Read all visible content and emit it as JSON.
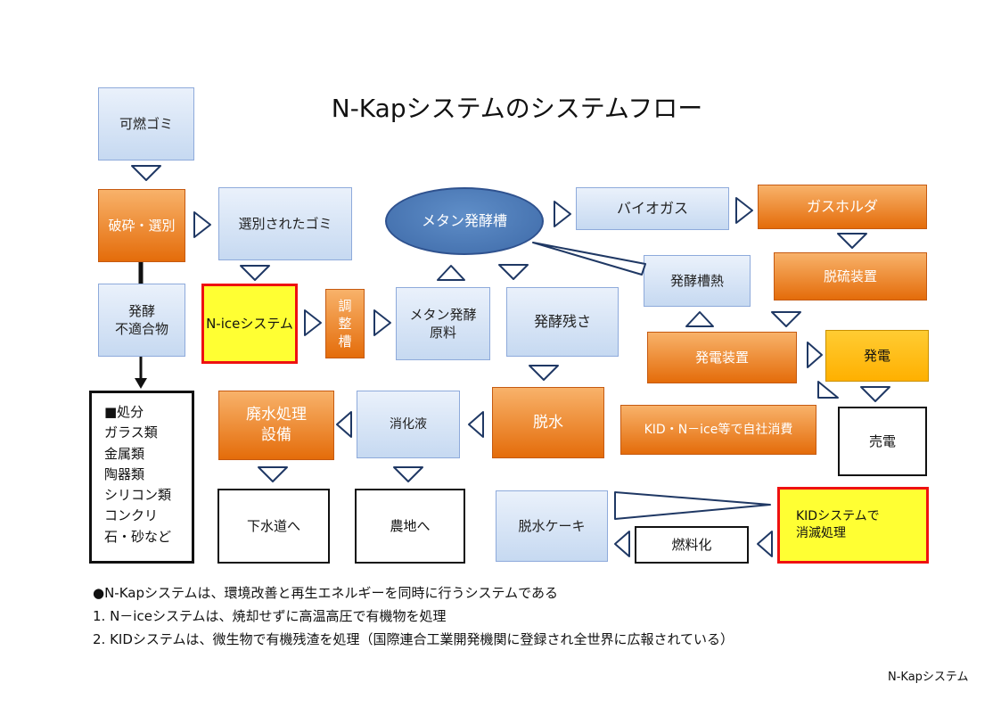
{
  "title": "N-Kapシステムのシステムフロー",
  "nodes": {
    "burnable": "可燃ゴミ",
    "crush": "破砕・選別",
    "sorted": "選別されたゴミ",
    "methane_tank": "メタン発酵槽",
    "biogas": "バイオガス",
    "gasholder": "ガスホルダ",
    "desulfurizer": "脱硫装置",
    "tank_heat": "発酵槽熱",
    "unfit": "発酵\n不適合物",
    "nice": "N-iceシステム",
    "adjust": "調\n整\n槽",
    "methane_feed": "メタン発酵\n原料",
    "residue": "発酵残さ",
    "generator": "発電装置",
    "power": "発電",
    "sale": "売電",
    "self_use": "KID・N－ice等で自社消費",
    "disposal": "■処分\nガラス類\n金属類\n陶器類\nシリコン類\nコンクリ\n石・砂など",
    "wastewater": "廃水処理\n設備",
    "digestate": "消化液",
    "dewater": "脱水",
    "sewer": "下水道へ",
    "farmland": "農地へ",
    "cake": "脱水ケーキ",
    "fuel": "燃料化",
    "kid": "KIDシステムで\n消滅処理"
  },
  "notes": [
    "●N-Kapシステムは、環境改善と再生エネルギーを同時に行うシステムである",
    "1. N－iceシステムは、焼却せずに高温高圧で有機物を処理",
    "2. KIDシステムは、微生物で有機残渣を処理（国際連合工業開発機関に登録され全世界に広報されている）"
  ],
  "footer": "N-Kapシステム",
  "colors": {
    "blue_box": "#c6d9f1",
    "orange_box": "#e46c0a",
    "gold_box": "#ffb000",
    "highlight_fill": "#ffff33",
    "highlight_border": "#ee1111",
    "ellipse": "#4f81bd",
    "arrow": "#1f3864"
  }
}
